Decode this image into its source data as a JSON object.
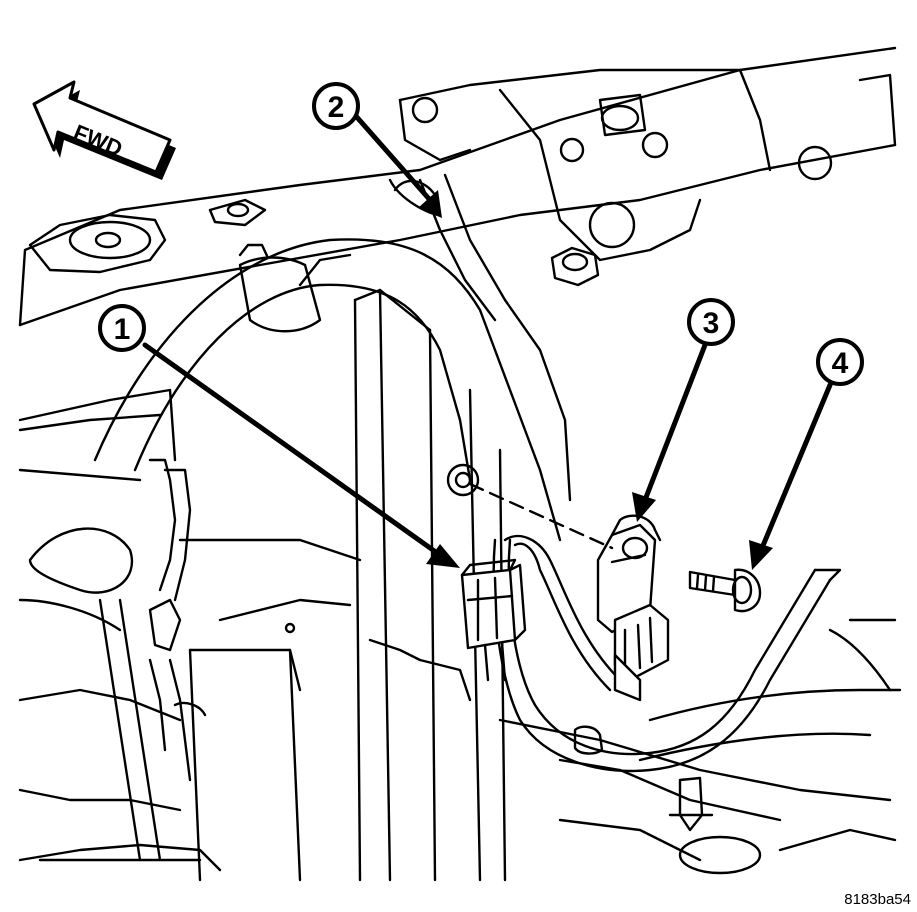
{
  "forward_indicator": {
    "label": "FWD"
  },
  "callouts": [
    {
      "number": "1"
    },
    {
      "number": "2"
    },
    {
      "number": "3"
    },
    {
      "number": "4"
    }
  ],
  "figure_code": "8183ba54",
  "colors": {
    "ink": "#000000",
    "paper": "#ffffff",
    "shade": "#dcdcdc"
  }
}
